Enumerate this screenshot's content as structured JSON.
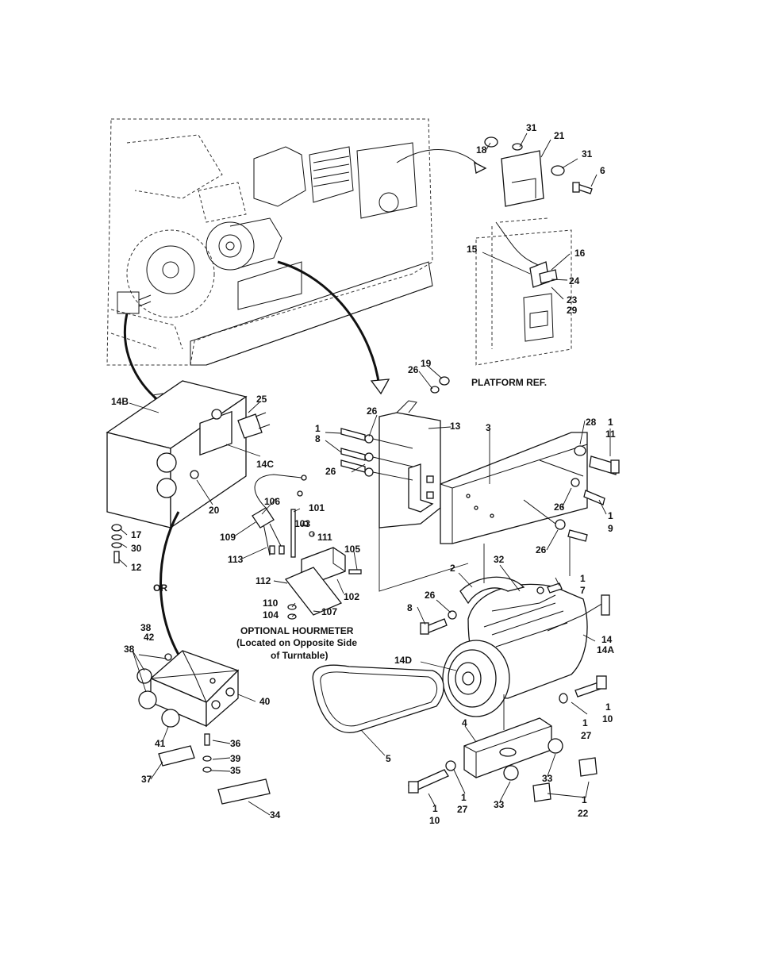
{
  "labels": {
    "l31a": "31",
    "l18": "18",
    "l21": "21",
    "l31b": "31",
    "l6": "6",
    "l15": "15",
    "l16": "16",
    "l24": "24",
    "l23": "23",
    "l29": "29",
    "l26a": "26",
    "l19": "19",
    "platform": "PLATFORM REF.",
    "l14B": "14B",
    "l25": "25",
    "l14C": "14C",
    "l20": "20",
    "l17": "17",
    "l30": "30",
    "l12": "12",
    "lOR": "OR",
    "l106": "106",
    "l101": "101",
    "l103": "103",
    "l111": "111",
    "l105": "105",
    "l109": "109",
    "l113": "113",
    "l112": "112",
    "l102": "102",
    "l110": "110",
    "l104": "104",
    "l107": "107",
    "hm1": "OPTIONAL HOURMETER",
    "hm2": "(Located on Opposite Side",
    "hm3": "of Turntable)",
    "l26b": "26",
    "l1a": "1",
    "l8a": "8",
    "l26c": "26",
    "l13": "13",
    "l3": "3",
    "l28": "28",
    "l1b": "1",
    "l11": "11",
    "l26d": "26",
    "l1c": "1",
    "l9": "9",
    "l26e": "26",
    "l2": "2",
    "l32": "32",
    "l1d": "1",
    "l7": "7",
    "l26f": "26",
    "l8b": "8",
    "l14": "14",
    "l14A": "14A",
    "l14D": "14D",
    "l38a": "38",
    "l42": "42",
    "l38b": "38",
    "l40": "40",
    "l41": "41",
    "l36": "36",
    "l39": "39",
    "l37": "37",
    "l35": "35",
    "l34": "34",
    "l1e": "1",
    "l10a": "10",
    "l1f": "1",
    "l27a": "27",
    "l4": "4",
    "l5": "5",
    "l33a": "33",
    "l33b": "33",
    "l1g": "1",
    "l22": "22",
    "l1h": "1",
    "l27b": "27",
    "l1i": "1",
    "l10b": "10"
  },
  "icons": [
    "engine-illustration",
    "alternator-icon",
    "belt-icon",
    "junction-box-icon",
    "outlet-box-icon",
    "hourmeter-icon",
    "bracket-icon"
  ]
}
